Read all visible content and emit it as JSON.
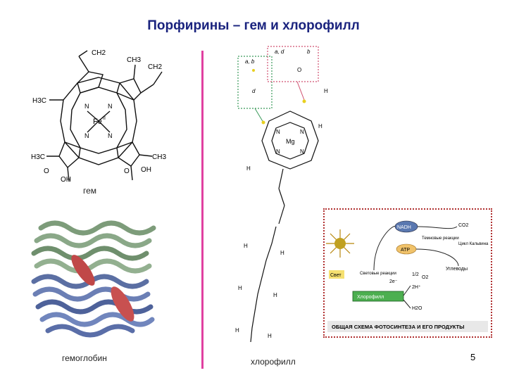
{
  "slide": {
    "title": "Порфирины – гем и хлорофилл",
    "page_number": "5"
  },
  "heme": {
    "caption": "гем",
    "labels": {
      "ch2_top": "CH2",
      "ch3_top": "CH3",
      "ch2_right": "CH2",
      "h3c_left": "H3C",
      "n": "N",
      "fe": "Fe",
      "fe_sup": "II",
      "h3c_bottom": "H3C",
      "ch3_bottom": "CH3",
      "o": "O",
      "oh": "OH"
    }
  },
  "hemoglobin": {
    "caption": "гемоглобин"
  },
  "chlorophyll": {
    "caption": "хлорофилл",
    "variant_ab": "a, b",
    "variant_ad": "a, d",
    "variant_b": "b",
    "variant_d": "d",
    "mg": "Mg",
    "h": "H",
    "o": "O",
    "n": "N"
  },
  "photosynthesis": {
    "nadh": "NADH",
    "co2": "CO2",
    "dark_reactions": "Темновые реакции",
    "calvin_cycle": "Цикл Кальвина",
    "atp": "ATP",
    "carbohydrates": "Углеводы",
    "light": "Свет",
    "light_reactions": "Световые реакции",
    "half": "1/2",
    "o2": "O2",
    "two_e": "2e⁻",
    "two_h": "2H⁺",
    "chlorophyll_box": "Хлорофилл",
    "h2o": "H2O",
    "footer": "ОБЩАЯ СХЕМА ФОТОСИНТЕЗА И ЕГО ПРОДУКТЫ"
  }
}
